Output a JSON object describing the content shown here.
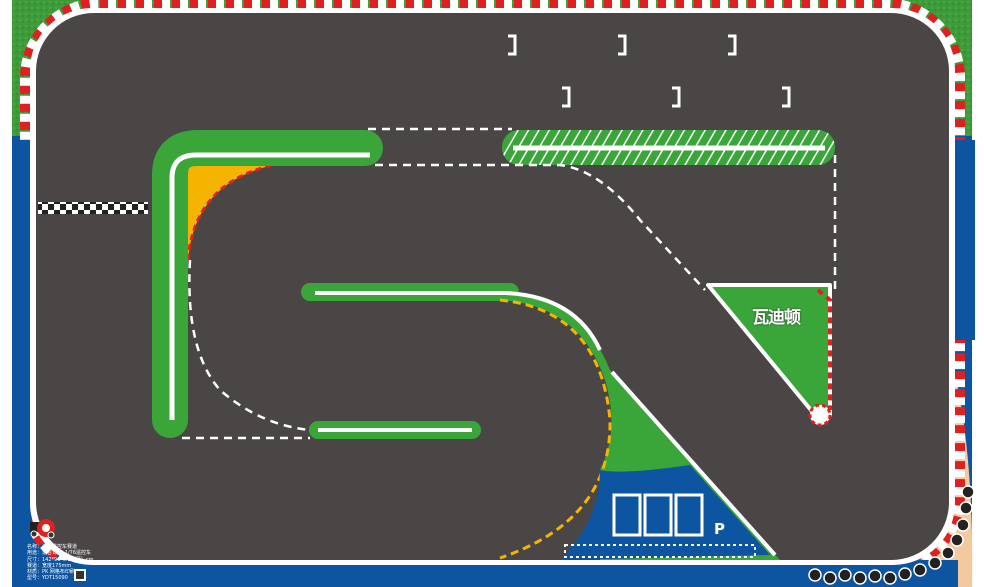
{
  "mat": {
    "brand_logo_text": "瓦迪顿",
    "parking_label": "P",
    "info_lines": [
      "名称：迷你遥控车赛道",
      "用途：适合1/64,1/76遥控车",
      "尺寸：142*90*0.3（厚）cm",
      "赛道：宽度175mm",
      "材质：PK 网格布印刷",
      "型号：YDT15090"
    ]
  },
  "colors": {
    "asphalt": "#4a4646",
    "grass": "#3aa63a",
    "blue": "#0d55a0",
    "yellow": "#f5b400",
    "curb_red": "#e02020",
    "sand": "#f3c9a0"
  }
}
